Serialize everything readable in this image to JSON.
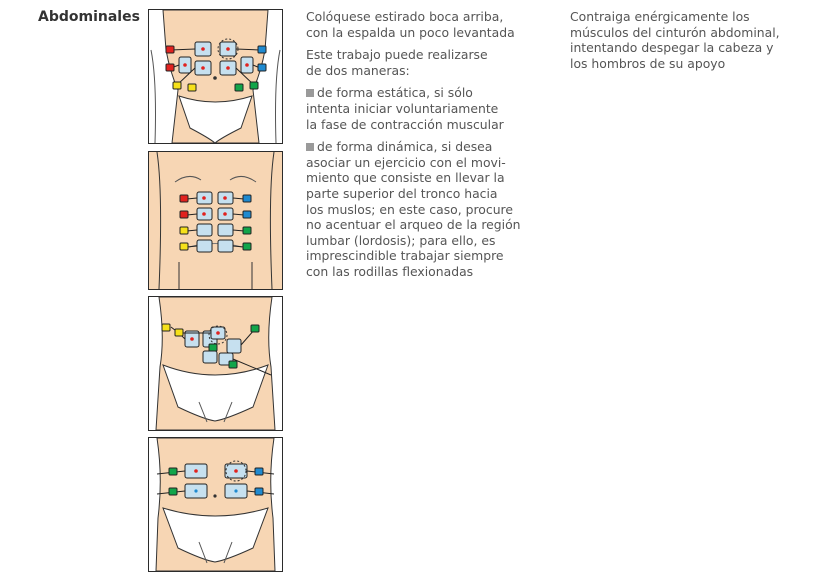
{
  "section": {
    "title": "Abdominales"
  },
  "instructions": {
    "position_lines": [
      "Colóquese estirado boca arriba,",
      "con la espalda un poco levantada"
    ],
    "intro_lines": [
      "Este trabajo puede realizarse",
      "de dos maneras:"
    ],
    "static_lines": [
      "de forma estática, si sólo",
      "intenta iniciar voluntariamente",
      "la fase de contracción muscular"
    ],
    "dynamic_lines": [
      "de forma dinámica, si desea",
      "asociar un ejercicio con el movi-",
      "miento que consiste en llevar la",
      "parte superior del tronco hacia",
      "los muslos; en este caso, procure",
      "no acentuar el arqueo de la región",
      "lumbar (lordosis); para ello, es",
      "imprescindible trabajar siempre",
      "con las rodillas flexionadas"
    ]
  },
  "action": {
    "lines": [
      "Contraiga enérgicamente los",
      "músculos del cinturón abdominal,",
      "intentando despegar la cabeza y",
      "los hombros de su apoyo"
    ]
  },
  "colors": {
    "skin": "#f7d6b4",
    "electrode": "#c6e0ef",
    "red": "#e1221f",
    "blue": "#1f8ad0",
    "yellow": "#f6e11a",
    "green": "#12a54a",
    "bullet": "#9a9a9a"
  }
}
